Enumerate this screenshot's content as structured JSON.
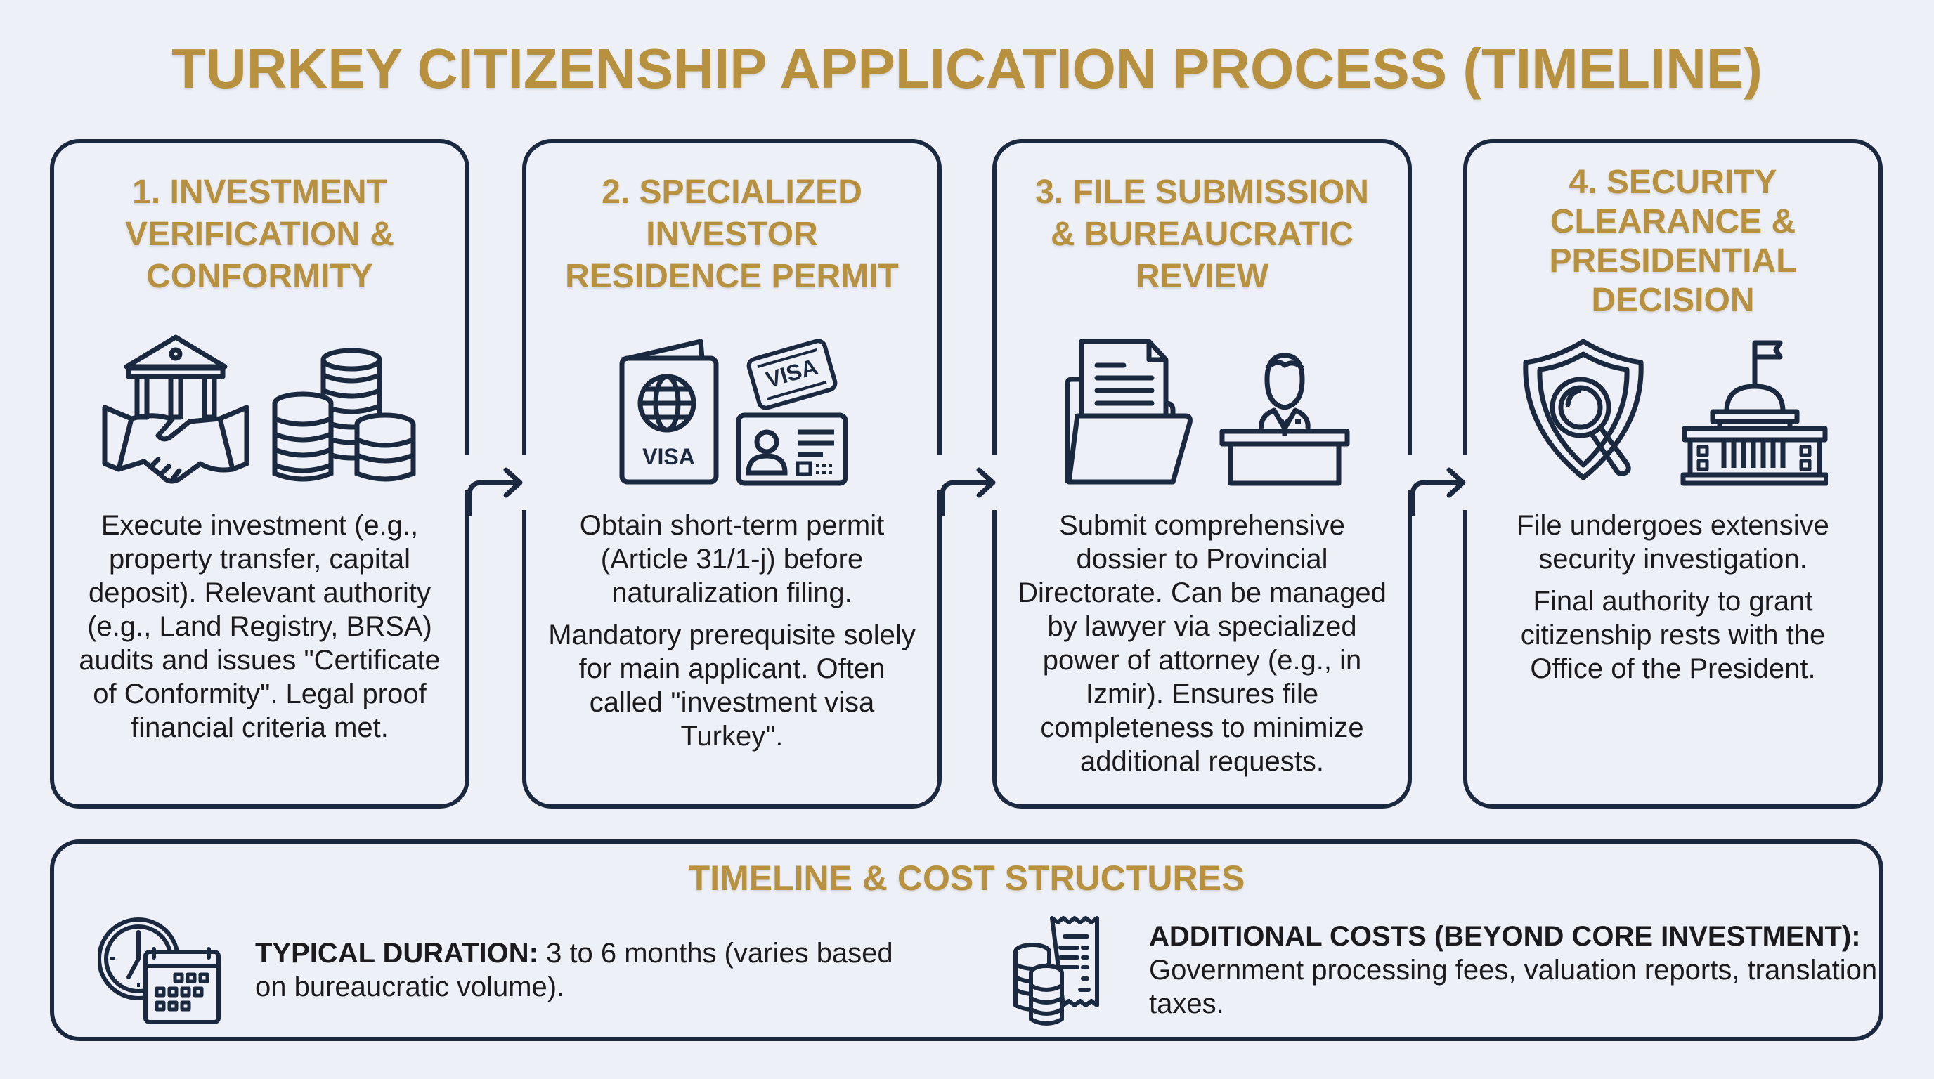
{
  "title": "TURKEY CITIZENSHIP APPLICATION PROCESS (TIMELINE)",
  "colors": {
    "accent_gold": "#B8913F",
    "border_navy": "#1A2840",
    "background": "#EDF0F6",
    "text": "#1B1B1F"
  },
  "steps": [
    {
      "heading_lines": [
        "1. INVESTMENT",
        "VERIFICATION &",
        "CONFORMITY"
      ],
      "icons": [
        "bank-handshake-icon",
        "coin-stacks-icon"
      ],
      "paragraphs": [
        "Execute investment (e.g., property transfer, capital deposit). Relevant authority (e.g., Land Registry, BRSA) audits and issues \"Certificate of Conformity\". Legal proof financial criteria met."
      ]
    },
    {
      "heading_lines": [
        "2. SPECIALIZED",
        "INVESTOR",
        "RESIDENCE PERMIT"
      ],
      "icons": [
        "passport-visa-icon",
        "visa-stamp-icon",
        "id-card-icon"
      ],
      "icon_texts": {
        "passport": "VISA",
        "stamp": "VISA"
      },
      "paragraphs": [
        "Obtain short-term permit (Article 31/1-j) before naturalization filing.",
        "Mandatory prerequisite solely for main applicant. Often called \"investment visa Turkey\"."
      ]
    },
    {
      "heading_lines": [
        "3. FILE SUBMISSION",
        "& BUREAUCRATIC",
        "REVIEW"
      ],
      "icons": [
        "document-folder-icon",
        "official-at-desk-icon"
      ],
      "paragraphs": [
        "Submit comprehensive dossier to Provincial Directorate. Can be managed by lawyer via specialized power of attorney (e.g., in Izmir). Ensures file completeness to minimize additional requests."
      ]
    },
    {
      "heading_lines": [
        "4. SECURITY",
        "CLEARANCE &",
        "PRESIDENTIAL",
        "DECISION"
      ],
      "icons": [
        "shield-magnifier-icon",
        "government-building-icon"
      ],
      "paragraphs": [
        "File undergoes extensive security investigation.",
        "Final authority to grant citizenship rests with the Office of the President."
      ]
    }
  ],
  "summary": {
    "heading": "TIMELINE & COST STRUCTURES",
    "duration": {
      "icon": "clock-calendar-icon",
      "label": "TYPICAL DURATION:",
      "text": "3 to 6 months (varies based on bureaucratic volume)."
    },
    "costs": {
      "icon": "coins-receipt-icon",
      "label": "ADDITIONAL COSTS (BEYOND CORE INVESTMENT):",
      "text": "Government processing fees, valuation reports, translation taxes."
    }
  }
}
